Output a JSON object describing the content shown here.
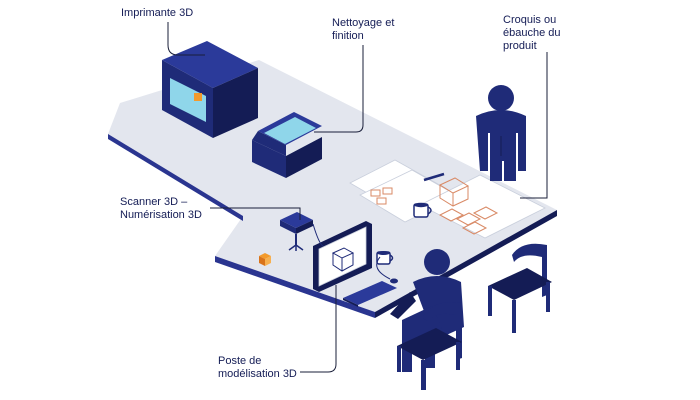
{
  "labels": {
    "printer": {
      "lines": [
        "Imprimante 3D"
      ]
    },
    "cleaning": {
      "lines": [
        "Nettoyage et",
        "finition"
      ]
    },
    "sketch": {
      "lines": [
        "Croquis ou",
        "ébauche du",
        "produit"
      ]
    },
    "scanner": {
      "lines": [
        "Scanner 3D –",
        "Numérisation 3D"
      ]
    },
    "workstation": {
      "lines": [
        "Poste de",
        "modélisation 3D"
      ]
    }
  },
  "colors": {
    "navy": "#1f2b78",
    "navy_dark": "#141c55",
    "navy_mid": "#2b3a9a",
    "table_top": "#e3e6ee",
    "table_edge": "#2a3590",
    "paper": "#ffffff",
    "sketch_stroke": "#d98a66",
    "cube_orange": "#f39a2b",
    "leader": "#1a1f3a",
    "screen_cyan": "#8fd6ea"
  }
}
